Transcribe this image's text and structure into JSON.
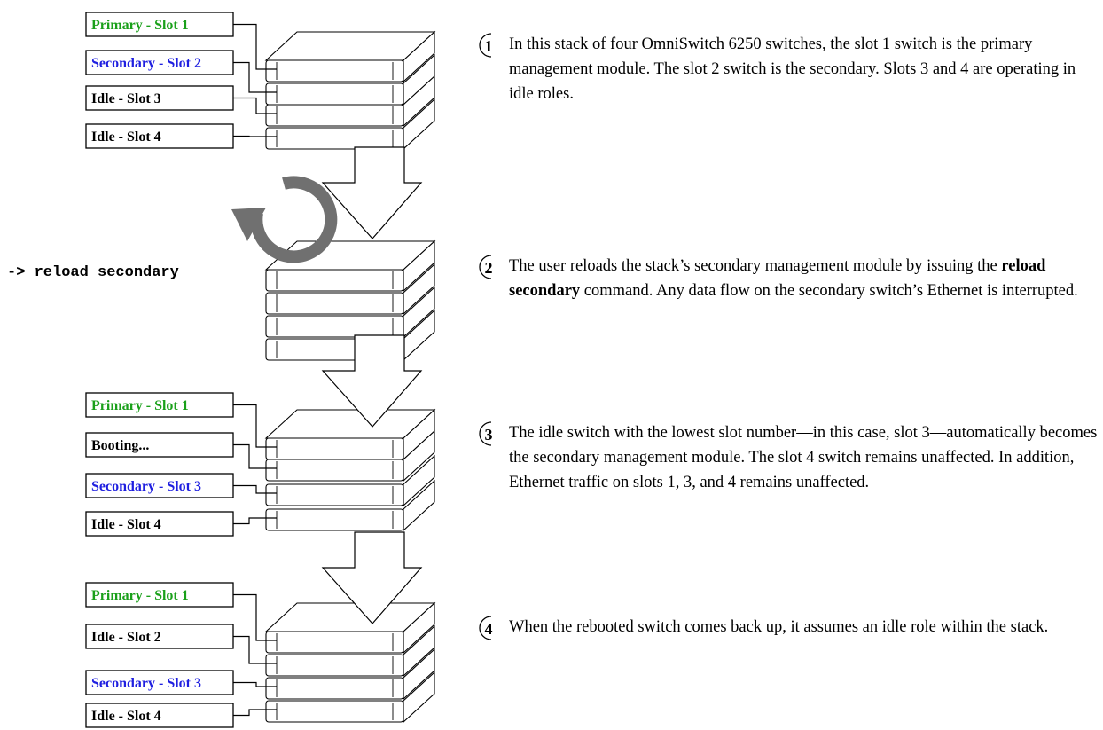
{
  "colors": {
    "primary": "#1aa01a",
    "secondary": "#1f1fe0",
    "idle": "#000000",
    "rotate_arrow": "#707070"
  },
  "icons": [
    "rotate-arrow-icon",
    "down-arrow-icon",
    "switch-stack-icon"
  ],
  "stages": [
    {
      "labels": [
        {
          "text": "Primary - Slot 1",
          "role": "primary"
        },
        {
          "text": "Secondary - Slot 2",
          "role": "secondary"
        },
        {
          "text": "Idle - Slot 3",
          "role": "idle"
        },
        {
          "text": "Idle - Slot 4",
          "role": "idle"
        }
      ]
    },
    {
      "command": "-> reload secondary"
    },
    {
      "labels": [
        {
          "text": "Primary - Slot 1",
          "role": "primary"
        },
        {
          "text": "Booting...",
          "role": "idle"
        },
        {
          "text": "Secondary - Slot 3",
          "role": "secondary"
        },
        {
          "text": "Idle - Slot 4",
          "role": "idle"
        }
      ]
    },
    {
      "labels": [
        {
          "text": "Primary - Slot 1",
          "role": "primary"
        },
        {
          "text": "Idle - Slot 2",
          "role": "idle"
        },
        {
          "text": "Secondary - Slot 3",
          "role": "secondary"
        },
        {
          "text": "Idle - Slot 4",
          "role": "idle"
        }
      ]
    }
  ],
  "steps": [
    {
      "number": "1",
      "text": "In this stack of four OmniSwitch 6250 switches, the slot 1 switch is the primary management module. The slot 2 switch is the secondary. Slots 3 and 4 are operating in idle roles."
    },
    {
      "number": "2",
      "text_before": "The user reloads the stack’s secondary management module by issuing the ",
      "text_bold": "reload secondary",
      "text_after": " command. Any data flow on the secondary switch’s Ethernet is interrupted."
    },
    {
      "number": "3",
      "text": "The idle switch with the lowest slot number—in this case, slot 3—automatically becomes the secondary management module. The slot 4 switch remains unaffected. In addition, Ethernet traffic on slots 1, 3, and 4 remains unaffected."
    },
    {
      "number": "4",
      "text": "When the rebooted switch comes back up, it assumes an idle role within the stack."
    }
  ]
}
